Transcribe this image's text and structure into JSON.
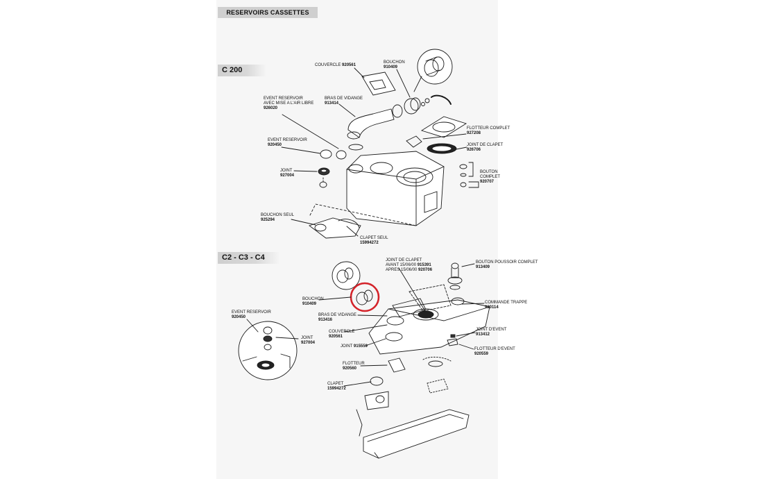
{
  "header": {
    "title": "RESERVOIRS CASSETTES"
  },
  "sections": {
    "c200": {
      "title": "C 200"
    },
    "c2c3c4": {
      "title": "C2 - C3 - C4"
    }
  },
  "parts_c200": [
    {
      "id": "couvercle",
      "name": "COUVERCLE",
      "ref": "920561"
    },
    {
      "id": "bouchon",
      "name": "BOUCHON",
      "ref": "910409"
    },
    {
      "id": "event-reservoir-air-libre",
      "name": "EVENT RESERVOIR",
      "name2": "AVEC MISE A L'AIR LIBRE",
      "ref": "926020"
    },
    {
      "id": "bras-de-vidange",
      "name": "BRAS DE VIDANGE",
      "ref": "913414"
    },
    {
      "id": "flotteur-complet",
      "name": "FLOTTEUR COMPLET",
      "ref": "927208"
    },
    {
      "id": "event-reservoir",
      "name": "EVENT RESERVOIR",
      "ref": "920450"
    },
    {
      "id": "joint-de-clapet",
      "name": "JOINT DE CLAPET",
      "ref": "926706"
    },
    {
      "id": "joint",
      "name": "JOINT",
      "ref": "927004"
    },
    {
      "id": "bouton-complet",
      "name": "BOUTON",
      "name2": "COMPLET",
      "ref": "920707"
    },
    {
      "id": "bouchon-seul",
      "name": "BOUCHON SEUL",
      "ref": "925294"
    },
    {
      "id": "clapet-seul",
      "name": "CLAPET SEUL",
      "ref": "15994272"
    }
  ],
  "parts_c2": [
    {
      "id": "joint-de-clapet",
      "name": "JOINT DE CLAPET",
      "name2": "AVANT 15/06/00",
      "ref2": "915391",
      "name3": "APRES 15/06/00",
      "ref3": "920706"
    },
    {
      "id": "bouton-poussoir-complet",
      "name": "BOUTON POUSSOIR COMPLET",
      "ref": "913409"
    },
    {
      "id": "event-reservoir",
      "name": "EVENT RESERVOIR",
      "ref": "920450"
    },
    {
      "id": "bouchon",
      "name": "BOUCHON",
      "ref": "910409"
    },
    {
      "id": "commande-trappe",
      "name": "COMMANDE TRAPPE",
      "ref": "920114"
    },
    {
      "id": "bras-de-vidange",
      "name": "BRAS DE VIDANGE",
      "ref": "913416"
    },
    {
      "id": "joint-devent",
      "name": "JOINT D'EVENT",
      "ref": "913412"
    },
    {
      "id": "joint-small",
      "name": "JOINT",
      "ref": "927004"
    },
    {
      "id": "couvercle",
      "name": "COUVERCLE",
      "ref": "920561"
    },
    {
      "id": "flotteur-devent",
      "name": "FLOTTEUR D'EVENT",
      "ref": "920559"
    },
    {
      "id": "joint",
      "name": "JOINT",
      "ref": "915559"
    },
    {
      "id": "flotteur",
      "name": "FLOTTEUR",
      "ref": "920560"
    },
    {
      "id": "clapet",
      "name": "CLAPET",
      "ref": "15994272"
    }
  ],
  "highlight": {
    "color": "#d4232a"
  },
  "colors": {
    "line": "#1a1a1a",
    "sheet": "#f6f6f6",
    "bar": "#cfcfcf"
  }
}
